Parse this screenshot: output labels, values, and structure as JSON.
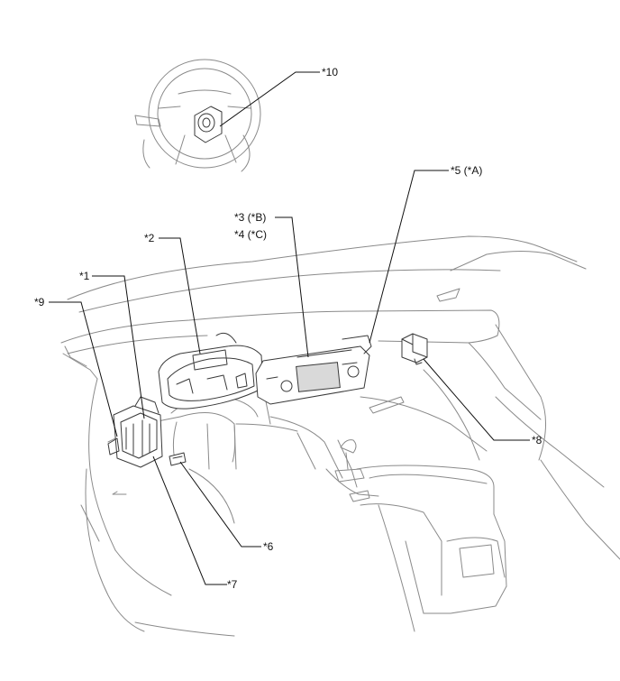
{
  "callouts": {
    "c1": "*1",
    "c2": "*2",
    "c3": "*3 (*B)",
    "c4": "*4 (*C)",
    "c5": "*5 (*A)",
    "c6": "*6",
    "c7": "*7",
    "c8": "*8",
    "c9": "*9",
    "c10": "*10"
  },
  "colors": {
    "line_art": "#8a8a8a",
    "part_outline": "#3a3a3a",
    "leader": "#111111",
    "screen": "#d9d9d9"
  }
}
